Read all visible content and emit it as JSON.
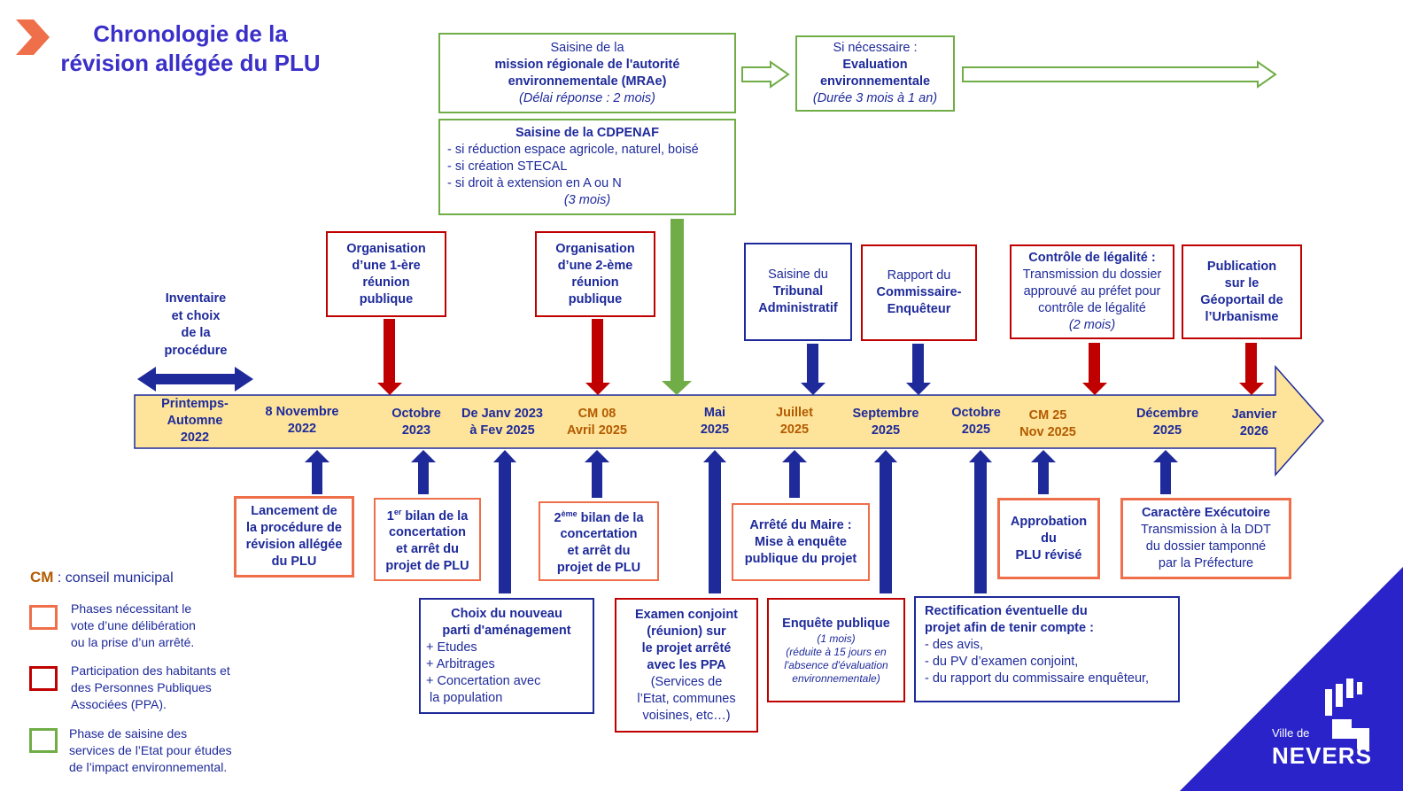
{
  "title": {
    "line1": "Chronologie de la",
    "line2": "révision allégée du PLU"
  },
  "top": {
    "mrae": {
      "l1": "Saisine de la",
      "l2": "mission régionale de l'autorité",
      "l3": "environnementale (MRAe)",
      "l4": "(Délai réponse : 2 mois)"
    },
    "eval": {
      "l1": "Si nécessaire :",
      "l2": "Evaluation",
      "l3": "environnementale",
      "l4": "(Durée 3 mois à 1 an)"
    },
    "cdpenaf": {
      "title": "Saisine de la CDPENAF",
      "l1": "- si réduction espace agricole, naturel, boisé",
      "l2": "- si création STECAL",
      "l3": "- si droit à extension en A ou N",
      "l4": "(3 mois)"
    }
  },
  "inventaire": {
    "l1": "Inventaire",
    "l2": "et choix",
    "l3": "de la",
    "l4": "procédure"
  },
  "above": {
    "reunion1": {
      "l1": "Organisation",
      "l2": "d’une 1-ère",
      "l3": "réunion",
      "l4": "publique"
    },
    "reunion2": {
      "l1": "Organisation",
      "l2": "d’une 2-ème",
      "l3": "réunion",
      "l4": "publique"
    },
    "tribunal": {
      "l1": "Saisine du",
      "l2": "Tribunal",
      "l3": "Administratif"
    },
    "rapport": {
      "l1": "Rapport du",
      "l2": "Commissaire-",
      "l3": "Enquêteur"
    },
    "controle": {
      "l1": "Contrôle de légalité :",
      "l2": "Transmission du dossier",
      "l3": "approuvé au préfet pour",
      "l4": "contrôle de légalité",
      "l5": "(2 mois)"
    },
    "publication": {
      "l1": "Publication",
      "l2": "sur le",
      "l3": "Géoportail de",
      "l4": "l’Urbanisme"
    }
  },
  "dates": [
    {
      "l1": "Printemps-",
      "l2": "Automne",
      "l3": "2022"
    },
    {
      "l1": "8 Novembre",
      "l2": "2022"
    },
    {
      "l1": "Octobre",
      "l2": "2023"
    },
    {
      "l1": "De Janv 2023",
      "l2": "à Fev 2025"
    },
    {
      "l1": "CM  08",
      "l2": "Avril 2025"
    },
    {
      "l1": "Mai",
      "l2": "2025"
    },
    {
      "l1": "Juillet",
      "l2": "2025"
    },
    {
      "l1": "Septembre",
      "l2": "2025"
    },
    {
      "l1": "Octobre",
      "l2": "2025"
    },
    {
      "l1": "CM 25",
      "l2": "Nov 2025"
    },
    {
      "l1": "Décembre",
      "l2": "2025"
    },
    {
      "l1": "Janvier",
      "l2": "2026"
    }
  ],
  "below": {
    "lancement": {
      "l1": "Lancement de",
      "l2": "la procédure de",
      "l3": "révision allégée",
      "l4": "du PLU"
    },
    "bilan1": {
      "sup": "er",
      "l1a": "1",
      "l1b": " bilan de la",
      "l2": "concertation",
      "l3": "et arrêt du",
      "l4": "projet de PLU"
    },
    "bilan2": {
      "sup": "ème",
      "l1a": "2",
      "l1b": " bilan de la",
      "l2": "concertation",
      "l3": "et arrêt du",
      "l4": "projet de PLU"
    },
    "arrete": {
      "l1": "Arrêté du Maire :",
      "l2": "Mise à enquête",
      "l3": "publique du projet"
    },
    "approbation": {
      "l1": "Approbation",
      "l2": "du",
      "l3": "PLU révisé"
    },
    "executoire": {
      "l1": "Caractère Exécutoire",
      "l2": "Transmission à la DDT",
      "l3": "du dossier tamponné",
      "l4": "par la Préfecture"
    },
    "choix": {
      "l1": "Choix du nouveau",
      "l2": "parti d'aménagement",
      "l3": "+ Etudes",
      "l4": "+ Arbitrages",
      "l5": "+ Concertation avec",
      "l6": " la population"
    },
    "examen": {
      "l1": "Examen conjoint",
      "l2": "(réunion) sur",
      "l3": "le projet arrêté",
      "l4": "avec les PPA",
      "l5": "(Services de",
      "l6": "l’Etat, communes",
      "l7": "voisines, etc…)"
    },
    "enquete": {
      "l1": "Enquête publique",
      "l2": "(1 mois)",
      "l3": "(réduite à 15 jours en",
      "l4": "l'absence d'évaluation",
      "l5": "environnementale)"
    },
    "rectif": {
      "l1": "Rectification éventuelle du",
      "l2": "projet afin de tenir compte :",
      "l3": "- des avis,",
      "l4": "- du PV d’examen conjoint,",
      "l5": "- du rapport du commissaire enquêteur,"
    }
  },
  "legend": {
    "cm_abbr": "CM",
    "cm_text": " : conseil municipal",
    "orange": {
      "l1": "Phases nécessitant  le",
      "l2": "vote d’une délibération",
      "l3": "ou la prise d’un arrêté."
    },
    "red": {
      "l1": "Participation des habitants et",
      "l2": "des Personnes Publiques",
      "l3": "Associées (PPA)."
    },
    "green": {
      "l1": "Phase de saisine des",
      "l2": "services de l’Etat pour études",
      "l3": "de l’impact environnemental."
    }
  },
  "logo": {
    "l1": "Ville de",
    "l2": "NEVERS"
  },
  "colors": {
    "navy": "#1e2a9a",
    "red": "#c00000",
    "orange": "#ef6f4a",
    "green": "#70ad47",
    "timeline": "#fde49a",
    "date_brown": "#b35a00"
  }
}
